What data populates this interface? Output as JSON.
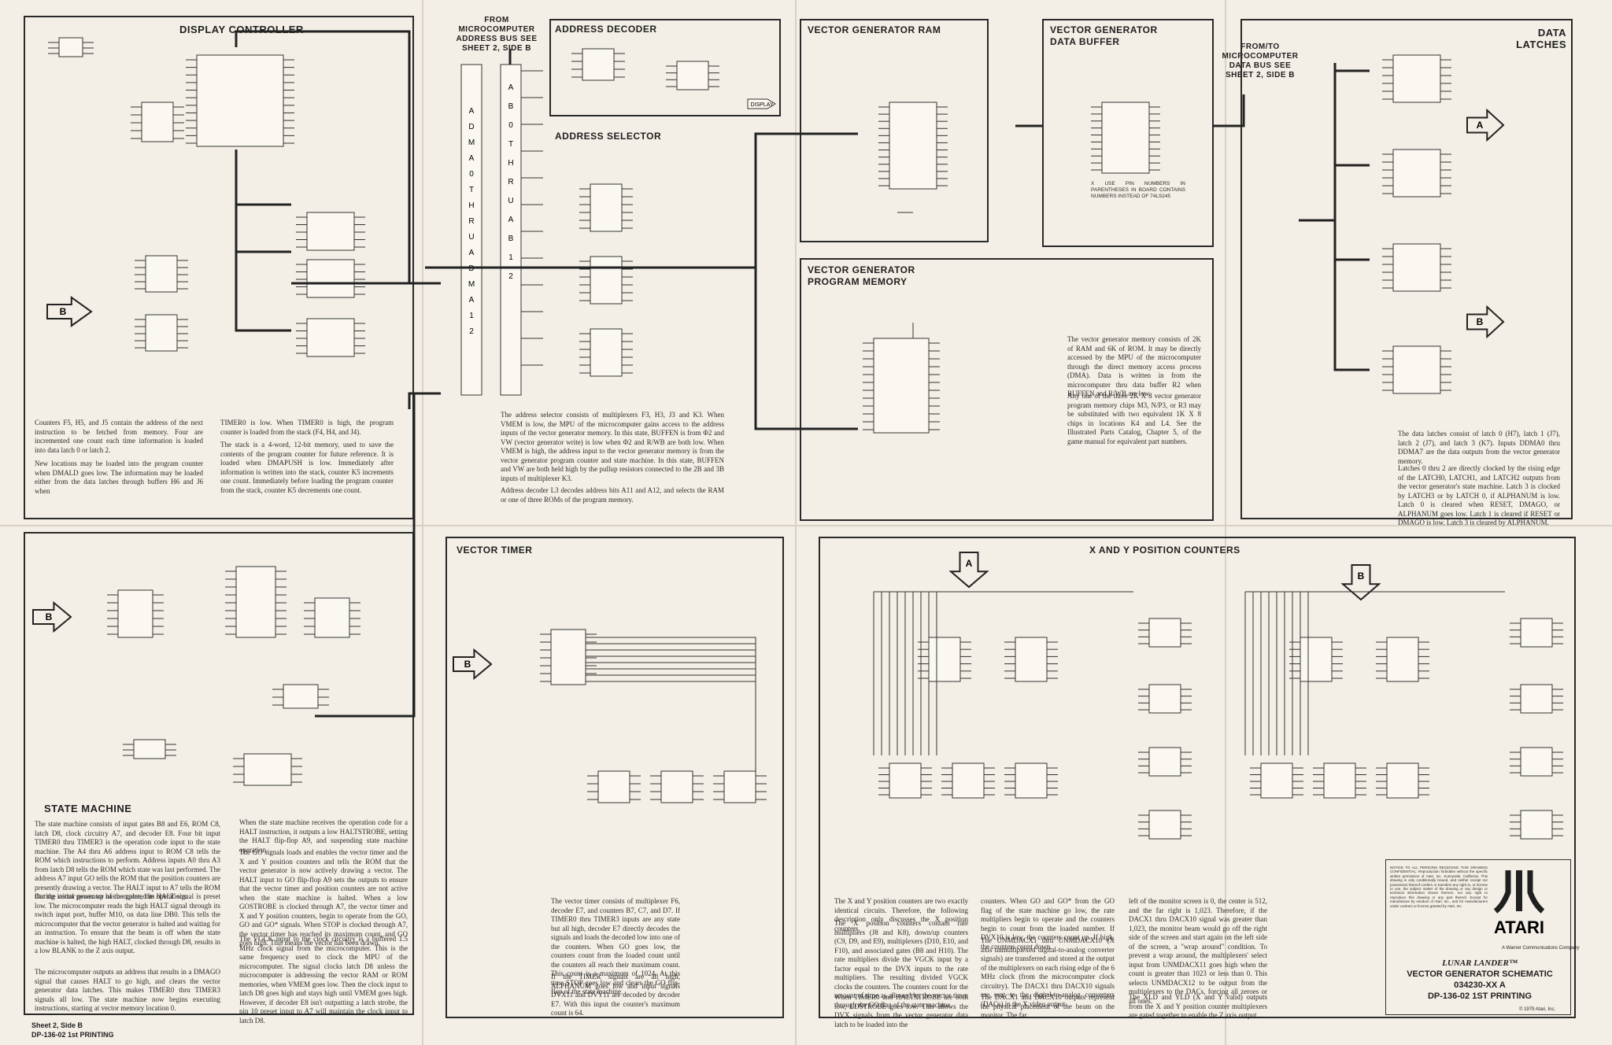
{
  "panels": {
    "display_controller": {
      "title": "DISPLAY CONTROLLER",
      "text1": "Counters F5, H5, and J5 contain the address of the next instruction to be fetched from memory. Four are incremented one count each time information is loaded into data latch 0 or latch 2.",
      "text2": "New locations may be loaded into the program counter when DMALD goes low. The information may be loaded either from the data latches through buffers H6 and J6 when",
      "text3": "TIMER0 is low. When TIMER0 is high, the program counter is loaded from the stack (F4, H4, and J4).",
      "text4": "The stack is a 4-word, 12-bit memory, used to save the contents of the program counter for future reference. It is loaded when DMAPUSH is low. Immediately after information is written into the stack, counter K5 increments one count. Immediately before loading the program counter from the stack, counter K5 decrements one count."
    },
    "from_bus": {
      "title": "FROM MICROCOMPUTER ADDRESS BUS SEE SHEET 2, SIDE B"
    },
    "address_decoder": {
      "title": "ADDRESS DECODER",
      "label": "DISPLAY"
    },
    "address_selector": {
      "title": "ADDRESS SELECTOR",
      "text1": "The address selector consists of multiplexers F3, H3, J3 and K3. When VMEM is low, the MPU of the microcomputer gains access to the address inputs of the vector generator memory. In this state, BUFFEN is from Φ2 and VW (vector generator write) is low when Φ2 and R/WB are both low. When VMEM is high, the address input to the vector generator memory is from the vector generator program counter and state machine. In this state, BUFFEN and VW are both held high by the pullup resistors connected to the 2B and 3B inputs of multiplexer K3.",
      "text2": "Address decoder L3 decodes address bits A11 and A12, and selects the RAM or one of three ROMs of the program memory."
    },
    "vg_ram": {
      "title": "VECTOR GENERATOR RAM"
    },
    "vg_data_buffer": {
      "title": "VECTOR GENERATOR DATA BUFFER",
      "note": "X USE PIN NUMBERS IN PARENTHESES IN BOARD CONTAINS NUMBERS INSTEAD OF 74LS245"
    },
    "from_to_bus": {
      "title": "FROM/TO MICROCOMPUTER DATA BUS SEE SHEET 2, SIDE B"
    },
    "vg_program_memory": {
      "title": "VECTOR GENERATOR PROGRAM MEMORY",
      "text1": "The vector generator memory consists of 2K of RAM and 6K of ROM. It may be directly accessed by the MPU of the microcomputer through the direct memory access process (DMA). Data is written in from the microcomputer thru data buffer R2 when BUFFEN and R/WB are low.",
      "text2": "Any one of the three 2K X 8 vector generator program memory chips M3, N/P3, or R3 may be substituted with two equivalent 1K X 8 chips in locations K4 and L4. See the Illustrated Parts Catalog, Chapter 5, of the game manual for equivalent part numbers."
    },
    "data_latches": {
      "title": "DATA LATCHES",
      "text1": "The data latches consist of latch 0 (H7), latch 1 (J7), latch 2 (J7), and latch 3 (K7). Inputs DDMA0 thru DDMA7 are the data outputs from the vector generator memory.",
      "text2": "Latches 0 thru 2 are directly clocked by the rising edge of the LATCH0, LATCH1, and LATCH2 outputs from the vector generator's state machine. Latch 3 is clocked by LATCH3 or by LATCH 0, if ALPHANUM is low. Latch 0 is cleared when RESET, DMAGO, or ALPHANUM goes low. Latch 1 is cleared if RESET or DMAGO is low. Latch 3 is cleared by ALPHANUM."
    },
    "state_machine": {
      "title": "STATE MACHINE",
      "text1": "The state machine consists of input gates B8 and E6, ROM C8, latch D8, clock circuitry A7, and decoder E8. Four bit input TIMER0 thru TIMER3 is the operation code input to the state machine. The A4 thru A6 address input to ROM C8 tells the ROM which instructions to perform. Address inputs A0 thru A3 from latch D8 tells the ROM which state was last performed. The address A7 input GO tells the ROM that the position counters are presently drawing a vector. The HALT input to A7 tells the ROM that the vector generator has completed its operations.",
      "text2": "During initial power up of the game, the HALT signal is preset low. The microcomputer reads the high HALT signal through its switch input port, buffer M10, on data line DB0. This tells the microcomputer that the vector generator is halted and waiting for an instruction. To ensure that the beam is off when the state machine is halted, the high HALT, clocked through D8, results in a low BLANK to the Z axis output.",
      "text3": "The microcomputer outputs an address that results in a DMAGO signal that causes HALT to go high, and clears the vector generator data latches. This makes TIMER0 thru TIMER3 signals all low. The state machine now begins executing instructions, starting at vector memory location 0.",
      "text4": "When the state machine receives the operation code for a HALT instruction, it outputs a low HALTSTROBE, setting the HALT flip-flop A9, and suspending state machine operation.",
      "text5": "The GO signals loads and enables the vector timer and the X and Y position counters and tells the ROM that the vector generator is now actively drawing a vector. The HALT input to GO flip-flop A9 sets the outputs to ensure that the vector timer and position counters are not active when the state machine is halted. When a low GOSTROBE is clocked through A7, the vector timer and X and Y position counters, begin to operate from the GO, GO and GO* signals. When STOP is clocked through A7, the vector timer has reached its maximum count, and GO goes high. This means the vector has been drawn.",
      "text6": "The VGCK input to the clock circuitry is a buffered 1.5 MHz clock signal from the microcomputer. This is the same frequency used to clock the MPU of the microcomputer. The signal clocks latch D8 unless the microcomputer is addressing the vector RAM or ROM memories, when VMEM goes low. Then the clock input to latch D8 goes high and stays high until VMEM goes high. However, if decoder E8 isn't outputting a latch strobe, the pin 10 preset input to A7 will maintain the clock input to latch D8."
    },
    "vector_timer": {
      "title": "VECTOR TIMER",
      "text1": "The vector timer consists of multiplexer F6, decoder E7, and counters B7, C7, and D7. If TIMER0 thru TIMER3 inputs are any state but all high, decoder E7 directly decodes the signals and loads the decoded low into one of the counters. When GO goes low, the counters count from the loaded count until the counters all reach their maximum count. This count is a maximum of 1024. At this time STOP goes low and clears the GO flip-flop of the state machine.",
      "text2": "If the TIMER signals are all high, ALPHANUM goes low and input signals DVX11 and DVY11 are decoded by decoder E7. With this input the counter's maximum count is 64."
    },
    "xy_counters": {
      "title": "X AND Y POSITION COUNTERS",
      "text1": "The X and Y position counters are two exactly identical circuits. Therefore, the following description only discusses the X position counters.",
      "text2": "The X position counters contain rate multipliers (J8 and K8), down/up counters (C9, D9, and E9), multiplexers (D10, E10, and F10), and associated gates (B8 and H10). The rate multipliers divide the VGCK input by a factor equal to the DVX inputs to the rate multipliers. The resulting divided VGCK clocks the counters. The counters count for the amount of time as allowed by the vector timer through the GO flag of the state machine.",
      "text3": "When TIMER0 and HALTSTROBE are both low, LDSTROBE goes low. This allows the DVX signals from the vector generator data latch to be loaded into the",
      "text4": "counters. When GO and GO* from the GO flag of the state machine go low, the rate multipliers begin to operate and the counters begin to count from the loaded number. If DVX10 is low, the counters count up. If high, the counters count down.",
      "text5": "The UNMDACX1 thru UNMDACX10 (X axis unmultiplexed digital-to-analog converter signals) are transferred and stored at the output of the multiplexers on each rising edge of the 6 MHz clock (from the microcomputer clock circuitry). The DACX1 thru DACX10 signals are sent to the digital-to-analog converters (DACs) in the X video output.",
      "text6": "The DACX1 and DACX10 outputs represent the physical placement of the beam on the monitor. The far",
      "text7": "left of the monitor screen is 0, the center is 512, and the far right is 1,023. Therefore, if the DACX1 thru DACX10 signal was greater than 1,023, the monitor beam would go off the right side of the screen and start again on the left side of the screen, a \"wrap around\" condition. To prevent a wrap around, the multiplexers' select input from UNMDACX11 goes high when the count is greater than 1023 or less than 0. This selects UNMDACX12 to be output from the multiplexers to the DACs, forcing all zeroes or all ones.",
      "text8": "The XLD and YLD (X and Y valid) outputs from the X and Y position counter multiplexers are gated together to enable the Z axis output."
    }
  },
  "arrows": {
    "a": "A",
    "b": "B"
  },
  "bus_letters_left": [
    "A",
    "D",
    "M",
    "A",
    "0",
    "T",
    "H",
    "R",
    "U",
    "A",
    "D",
    "M",
    "A",
    "1",
    "2"
  ],
  "bus_letters_right": [
    "A",
    "B",
    "0",
    "T",
    "H",
    "R",
    "U",
    "A",
    "B",
    "1",
    "2"
  ],
  "title_block": {
    "logo": "ATARI",
    "company": "A Warner Communications Company",
    "notice": "NOTICE TO ALL PERSONS RECEIVING THIS DRAWING CONFIDENTIAL: Reproduction forbidden without the specific written permission of Atari, Inc. Sunnyvale, California. This drawing is only conditionally issued, and neither receipt nor possession thereof confers or transfers any right in, or license to use, the subject matter of the drawing or any design or technical information shown thereon, nor any right to reproduce this drawing or any part thereof. Except for manufacture by vendors of Atari, Inc., and for manufacturers under contract or license granted by Atari, Inc.",
    "line1": "LUNAR LANDER™",
    "line2": "VECTOR GENERATOR SCHEMATIC",
    "line3": "034230-XX   A",
    "line4": "DP-136-02   1ST PRINTING",
    "copyright": "© 1979 Atari, Inc."
  },
  "footer": {
    "line1": "Sheet 2, Side B",
    "line2": "DP-136-02   1st PRINTING"
  }
}
